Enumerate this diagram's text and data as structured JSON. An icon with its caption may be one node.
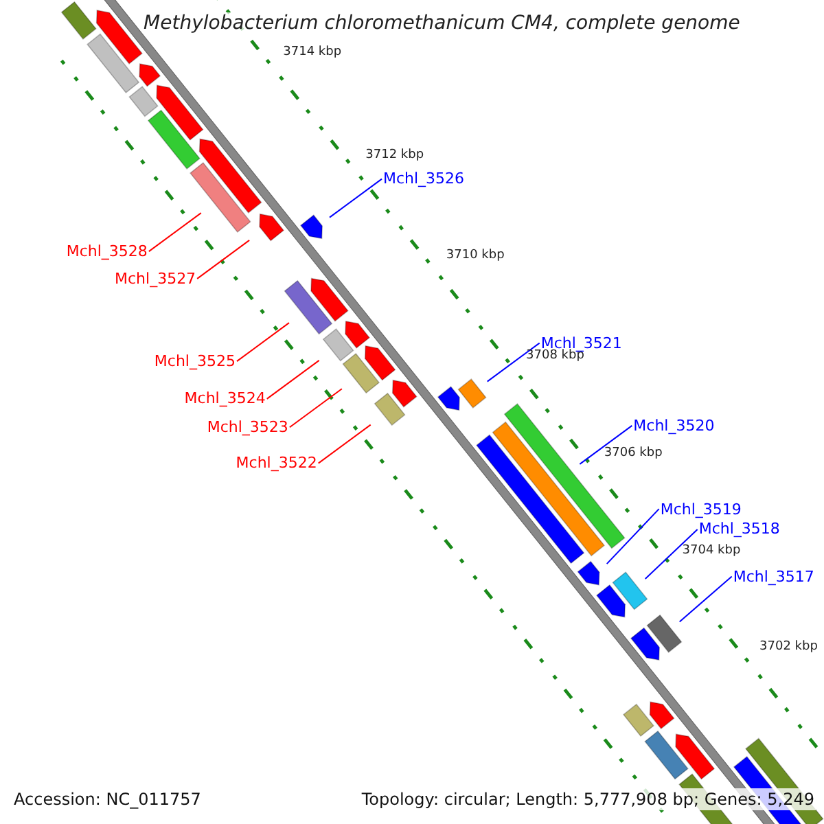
{
  "diagram": {
    "title": "Methylobacterium chloromethanicum CM4, complete genome",
    "nodes": [
      {
        "text": [
          "Mchl_3526"
        ]
      },
      {
        "text": [
          "Mchl_3528"
        ]
      },
      {
        "text": [
          "Mchl_3527"
        ]
      },
      {
        "text": [
          "Mchl_3521"
        ]
      },
      {
        "text": [
          "Mchl_3525"
        ]
      },
      {
        "text": [
          "Mchl_3524"
        ]
      },
      {
        "text": [
          "Mchl_3520"
        ]
      },
      {
        "text": [
          "Mchl_3523"
        ]
      },
      {
        "text": [
          "Mchl_3522"
        ]
      },
      {
        "text": [
          "Mchl_3519"
        ]
      },
      {
        "text": [
          "Mchl_3518"
        ]
      },
      {
        "text": [
          "Mchl_3517"
        ]
      }
    ],
    "edges": [
      {
        "from": 0,
        "to": null,
        "arrow": "none",
        "color": "#0000ff"
      },
      {
        "from": 1,
        "to": null,
        "arrow": "none",
        "color": "#ff0000"
      },
      {
        "from": 2,
        "to": null,
        "arrow": "none",
        "color": "#ff0000"
      },
      {
        "from": 3,
        "to": null,
        "arrow": "none",
        "color": "#0000ff"
      },
      {
        "from": 4,
        "to": null,
        "arrow": "none",
        "color": "#ff0000"
      },
      {
        "from": 5,
        "to": null,
        "arrow": "none",
        "color": "#ff0000"
      },
      {
        "from": 6,
        "to": null,
        "arrow": "none",
        "color": "#0000ff"
      },
      {
        "from": 7,
        "to": null,
        "arrow": "none",
        "color": "#ff0000"
      },
      {
        "from": 8,
        "to": null,
        "arrow": "none",
        "color": "#ff0000"
      },
      {
        "from": 9,
        "to": null,
        "arrow": "none",
        "color": "#0000ff"
      },
      {
        "from": 10,
        "to": null,
        "arrow": "none",
        "color": "#0000ff"
      },
      {
        "from": 11,
        "to": null,
        "arrow": "none",
        "color": "#0000ff"
      }
    ],
    "labels": [
      "3714 kbp",
      "3712 kbp",
      "3710 kbp",
      "3708 kbp",
      "3706 kbp",
      "3704 kbp",
      "3702 kbp",
      "Accession: NC_011757",
      "Topology: circular; Length: 5,777,908 bp; Genes: 5,249"
    ]
  }
}
